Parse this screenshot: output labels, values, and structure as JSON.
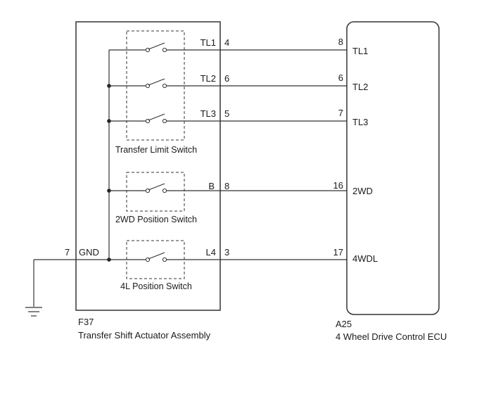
{
  "left_component": {
    "code": "F37",
    "name": "Transfer Shift Actuator Assembly",
    "switches": [
      {
        "label": "Transfer Limit Switch"
      },
      {
        "label": "2WD Position Switch"
      },
      {
        "label": "4L Position Switch"
      }
    ],
    "ground": {
      "pin": "7",
      "signal": "GND"
    }
  },
  "right_component": {
    "code": "A25",
    "name": "4 Wheel Drive Control ECU"
  },
  "connections": [
    {
      "left_signal": "TL1",
      "left_pin": "4",
      "right_pin": "8",
      "right_signal": "TL1"
    },
    {
      "left_signal": "TL2",
      "left_pin": "6",
      "right_pin": "6",
      "right_signal": "TL2"
    },
    {
      "left_signal": "TL3",
      "left_pin": "5",
      "right_pin": "7",
      "right_signal": "TL3"
    },
    {
      "left_signal": "B",
      "left_pin": "8",
      "right_pin": "16",
      "right_signal": "2WD"
    },
    {
      "left_signal": "L4",
      "left_pin": "3",
      "right_pin": "17",
      "right_signal": "4WDL"
    }
  ],
  "colors": {
    "line": "#333333",
    "text": "#1a1a1a",
    "background": "#ffffff"
  }
}
